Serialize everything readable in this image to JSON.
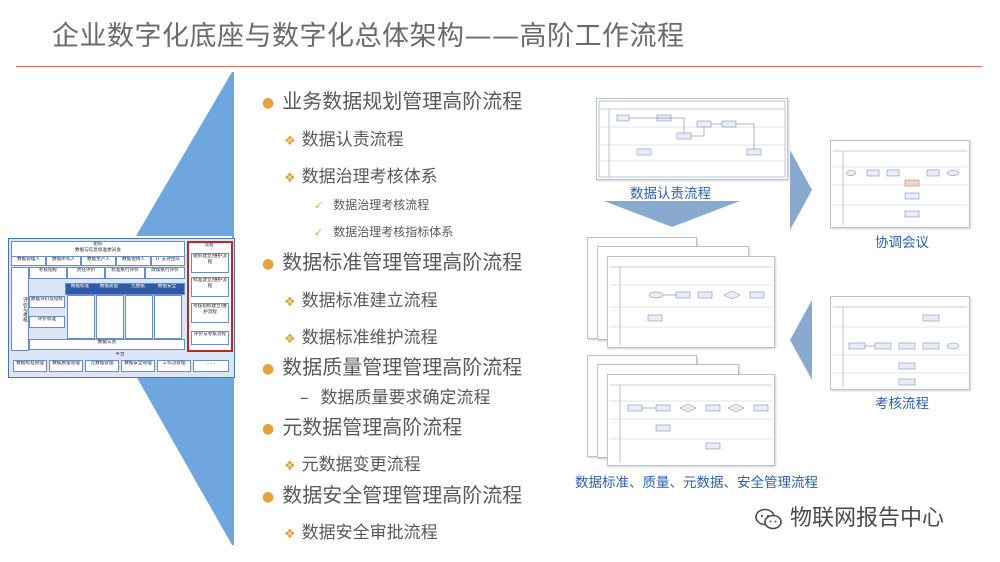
{
  "title": "企业数字化底座与数字化总体架构——高阶工作流程",
  "colors": {
    "accent_bullet": "#e6a23c",
    "caption_blue": "#2a5fb0",
    "funnel_blue": "#6fa6dd",
    "rule_red": "#d46a6a"
  },
  "outline": [
    {
      "level": 1,
      "marker": "dot",
      "text": "业务数据规划管理高阶流程"
    },
    {
      "level": 2,
      "marker": "diamond",
      "text": "数据认责流程"
    },
    {
      "level": 2,
      "marker": "diamond",
      "text": "数据治理考核体系"
    },
    {
      "level": 3,
      "marker": "check",
      "text": "数据治理考核流程"
    },
    {
      "level": 3,
      "marker": "check",
      "text": "数据治理考核指标体系"
    },
    {
      "level": 1,
      "marker": "dot",
      "text": "数据标准管理管理高阶流程"
    },
    {
      "level": 2,
      "marker": "diamond",
      "text": "数据标准建立流程"
    },
    {
      "level": 2,
      "marker": "diamond",
      "text": "数据标准维护流程"
    },
    {
      "level": 1,
      "marker": "dot",
      "text": "数据质量管理管理高阶流程"
    },
    {
      "level": 2,
      "marker": "dash",
      "text": "数据质量要求确定流程"
    },
    {
      "level": 1,
      "marker": "dot",
      "text": "元数据管理高阶流程"
    },
    {
      "level": 2,
      "marker": "diamond",
      "text": "元数据变更流程"
    },
    {
      "level": 1,
      "marker": "dot",
      "text": "数据安全管理管理高阶流程"
    },
    {
      "level": 2,
      "marker": "diamond",
      "text": "数据安全审批流程"
    }
  ],
  "captions": {
    "renze": "数据认责流程",
    "xietiao": "协调会议",
    "kaohe": "考核流程",
    "standards": "数据标准、质量、元数据、安全管理流程"
  },
  "org": {
    "top_title": "组织",
    "top_sub": "数据与信息标准委员会",
    "roles": [
      "数据管理人",
      "数据所有人",
      "数据生产人",
      "数据使用人",
      "IT 支持团队"
    ],
    "left_side": "评价与考核",
    "row_a": [
      "考核指标",
      "责任评价",
      "标准执行评价",
      "政策执行评价"
    ],
    "row_b_label": "数据评价及指标",
    "row_c_label": "评价标准",
    "cols": [
      "数据标准",
      "数据质量",
      "元数据",
      "数据安全"
    ],
    "bottom_mid": "数据认责",
    "right_header": "流程",
    "right_items": [
      "组织建立/维护流程",
      "标准建立/维护流程",
      "考核指标建立/维护流程",
      "评价与考核流程"
    ],
    "platform": "平台",
    "platform_items": [
      "数据标准管理",
      "数据质量管理",
      "元数据管理",
      "数据安全管理",
      "工作流管理",
      "……"
    ]
  },
  "watermark": "物联网报告中心",
  "icons": {
    "wechat": "wechat-icon"
  }
}
